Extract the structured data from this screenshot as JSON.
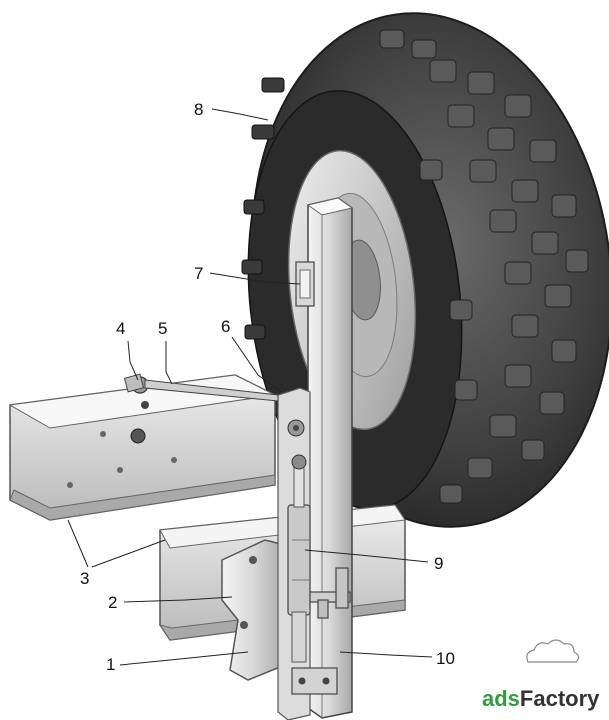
{
  "callouts": {
    "c1": "1",
    "c2": "2",
    "c3": "3",
    "c4": "4",
    "c5": "5",
    "c6": "6",
    "c7": "7",
    "c8": "8",
    "c9": "9",
    "c10": "10"
  },
  "watermark": {
    "brand_prefix": "ads",
    "brand_main": "Factory",
    "prefix_color": "#2f9d3c",
    "main_color": "#333333"
  },
  "colors": {
    "tire": "#3a3a3a",
    "tire_tread": "#4d4d4d",
    "rim": "#cfcfcf",
    "metal_light": "#e6e6e6",
    "metal_mid": "#bdbdbd",
    "metal_dark": "#8e8e8e"
  }
}
